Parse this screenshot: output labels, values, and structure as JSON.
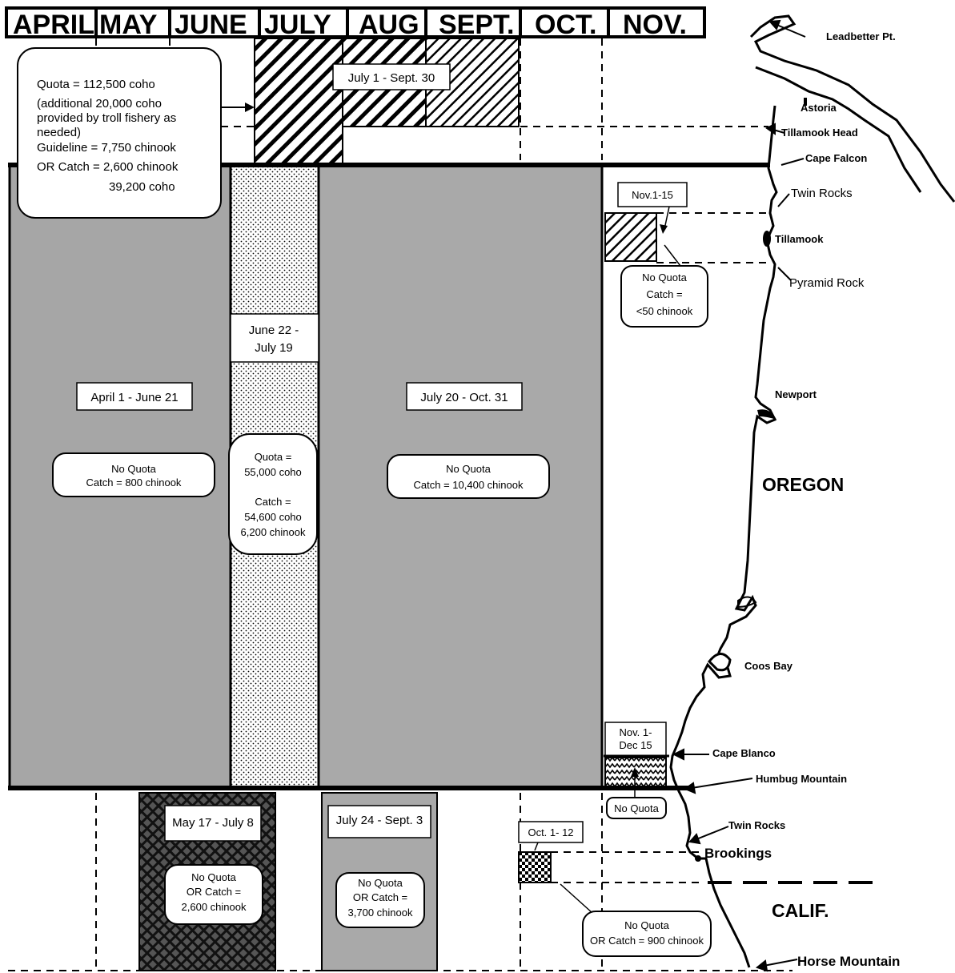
{
  "months": [
    "APRIL",
    "MAY",
    "JUNE",
    "JULY",
    "AUG",
    "SEPT.",
    "OCT.",
    "NOV."
  ],
  "north_note": {
    "line1": "Quota = 112,500 coho",
    "line2": "(additional 20,000 coho",
    "line3": "provided by troll fishery as",
    "line4": "needed)",
    "line5": "Guideline = 7,750 chinook",
    "line6": "OR Catch = 2,600 chinook",
    "line7": "39,200 coho"
  },
  "july_sept_label": "July 1 - Sept. 30",
  "april_june_label": "April 1 - June 21",
  "april_june_note": {
    "line1": "No Quota",
    "line2": "Catch = 800 chinook"
  },
  "june_july_label": {
    "line1": "June 22 -",
    "line2": "July 19"
  },
  "june_july_note": {
    "line1": "Quota =",
    "line2": "55,000 coho",
    "line3": "Catch =",
    "line4": "54,600 coho",
    "line5": "6,200 chinook"
  },
  "july_oct_label": "July 20 - Oct. 31",
  "july_oct_note": {
    "line1": "No Quota",
    "line2": "Catch = 10,400 chinook"
  },
  "nov_label": "Nov.1-15",
  "nov_note": {
    "line1": "No Quota",
    "line2": "Catch =",
    "line3": "<50 chinook"
  },
  "nov_dec_label": {
    "line1": "Nov. 1-",
    "line2": "Dec 15"
  },
  "nov_dec_note": "No Quota",
  "may_july_label": "May 17 - July 8",
  "may_july_note": {
    "line1": "No Quota",
    "line2": "OR Catch =",
    "line3": "2,600 chinook"
  },
  "july_sept3_label": "July 24 - Sept. 3",
  "july_sept3_note": {
    "line1": "No Quota",
    "line2": "OR Catch =",
    "line3": "3,700 chinook"
  },
  "oct_label": "Oct. 1- 12",
  "oct_note": {
    "line1": "No Quota",
    "line2": "OR Catch = 900 chinook"
  },
  "places": {
    "leadbetter": "Leadbetter Pt.",
    "astoria": "Astoria",
    "tillamook_head": "Tillamook Head",
    "cape_falcon": "Cape Falcon",
    "twin_rocks_n": "Twin Rocks",
    "tillamook": "Tillamook",
    "pyramid_rock": "Pyramid Rock",
    "newport": "Newport",
    "coos_bay": "Coos Bay",
    "cape_blanco": "Cape Blanco",
    "humbug": "Humbug Mountain",
    "twin_rocks_s": "Twin Rocks",
    "brookings": "Brookings",
    "horse_mountain": "Horse Mountain"
  },
  "states": {
    "oregon": "OREGON",
    "calif": "CALIF."
  },
  "colors": {
    "gray_fill": "#a6a6a6",
    "gray_fill_light": "#a9a9a9",
    "ink": "#000000",
    "paper": "#ffffff"
  }
}
